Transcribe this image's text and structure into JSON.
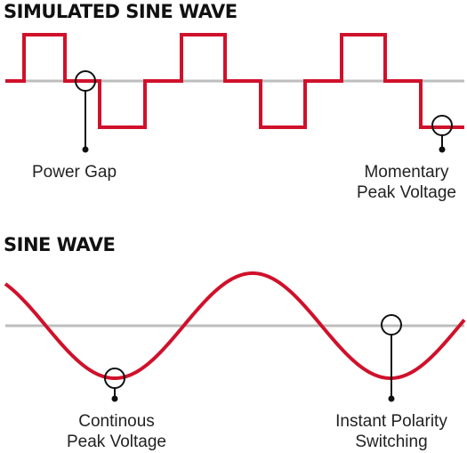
{
  "simulated": {
    "title": "SIMULATED SINE WAVE",
    "annotations": {
      "power_gap": "Power Gap",
      "momentary_line1": "Momentary",
      "momentary_line2": "Peak Voltage"
    }
  },
  "sine": {
    "title": "SINE WAVE",
    "annotations": {
      "continuous_line1": "Continous",
      "continuous_line2": "Peak Voltage",
      "instant_line1": "Instant Polarity",
      "instant_line2": "Switching"
    }
  },
  "colors": {
    "wave": "#d0112b",
    "baseline": "#bdbdbd",
    "marker": "#111111"
  }
}
